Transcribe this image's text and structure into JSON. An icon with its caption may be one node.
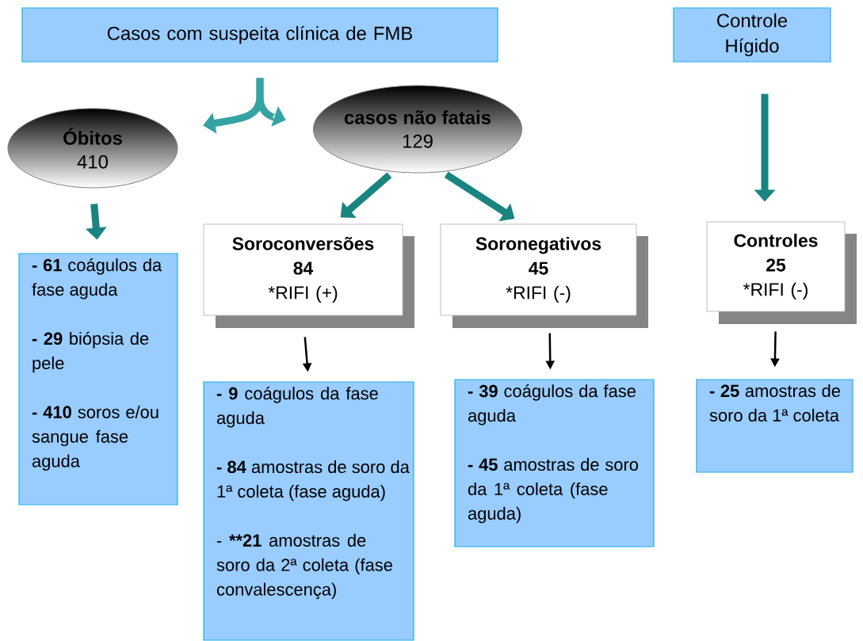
{
  "diagram": {
    "nodes": [
      {
        "text": [
          "Casos com suspeita clínica de FMB"
        ]
      },
      {
        "text": [
          "Controle Hígido"
        ]
      },
      {
        "text": [
          "Óbitos",
          "410"
        ]
      },
      {
        "text": [
          "casos não fatais",
          "129"
        ]
      },
      {
        "text": [
          "Soroconversões",
          "84",
          "*RIFI (+)"
        ]
      },
      {
        "text": [
          "Soronegativos",
          "45",
          "*RIFI (-)"
        ]
      },
      {
        "text": [
          "Controles",
          "25",
          "*RIFI (-)"
        ]
      },
      {
        "text": [
          "**- 61** coágulos da fase aguda",
          "**- 29** biópsia de pele",
          "**- 410** soros e/ou sangue fase aguda"
        ]
      },
      {
        "text": [
          "**- 9** coágulos da fase aguda",
          "**- 84** amostras de soro da 1ª coleta (fase aguda)",
          "- ****21** amostras de soro da 2ª coleta (fase convalescença)"
        ]
      },
      {
        "text": [
          "**- 39** coágulos da fase aguda",
          "**- 45** amostras de soro da 1ª coleta (fase aguda)"
        ]
      },
      {
        "text": [
          "**- 25** amostras de soro da 1ª coleta"
        ]
      }
    ],
    "edges": [
      {
        "from": 0,
        "to": 2,
        "arrow": "to",
        "color": "#35a3a3"
      },
      {
        "from": 0,
        "to": 3,
        "arrow": "to",
        "color": "#35a3a3"
      },
      {
        "from": 3,
        "to": 4,
        "arrow": "to"
      },
      {
        "from": 3,
        "to": 5,
        "arrow": "to"
      },
      {
        "from": 1,
        "to": 6,
        "arrow": "to"
      },
      {
        "from": 2,
        "to": 7,
        "arrow": "to"
      },
      {
        "from": 4,
        "to": 8,
        "arrow": "to",
        "color": "#000000"
      },
      {
        "from": 5,
        "to": 9,
        "arrow": "to",
        "color": "#000000"
      },
      {
        "from": 6,
        "to": 10,
        "arrow": "to",
        "color": "#000000"
      }
    ]
  }
}
